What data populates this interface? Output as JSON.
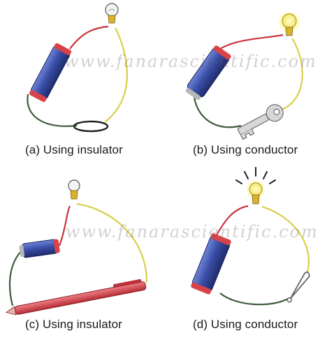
{
  "panels": [
    {
      "id": "a",
      "caption": "(a) Using insulator",
      "object": "rubber-band",
      "bulb_lit": false
    },
    {
      "id": "b",
      "caption": "(b) Using conductor",
      "object": "key",
      "bulb_lit": true
    },
    {
      "id": "c",
      "caption": "(c) Using insulator",
      "object": "pen",
      "bulb_lit": false
    },
    {
      "id": "d",
      "caption": "(d) Using conductor",
      "object": "safety-pin",
      "bulb_lit": true
    }
  ],
  "watermark": "www.fanarascientific.com",
  "colors": {
    "battery_body": "#3a4fa8",
    "battery_cap": "#d8434a",
    "wire_red": "#c9363c",
    "wire_yellow": "#d9cf4a",
    "wire_dark": "#3f5a3c",
    "bulb_base": "#d9b22a",
    "bulb_glow": "#fff27a",
    "pen": "#d8434a"
  }
}
